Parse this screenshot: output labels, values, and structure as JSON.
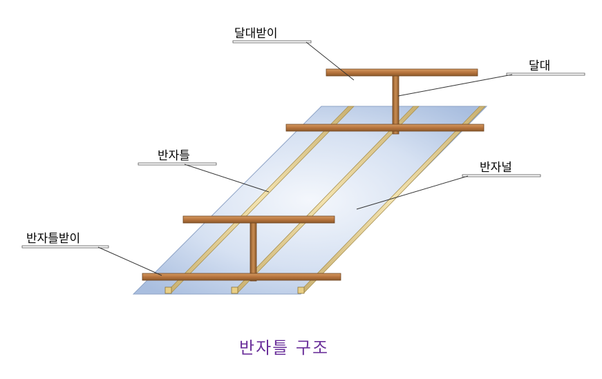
{
  "labels": {
    "hanger_support": "달대받이",
    "hanger": "달대",
    "ceiling_joist": "반자틀",
    "ceiling_board": "반자널",
    "joist_support": "반자틀받이"
  },
  "caption": "반자틀 구조",
  "colors": {
    "wood": "#b8753e",
    "wood_dark": "#7a4a22",
    "joist": "#e9d49a",
    "joist_edge": "#a8904f",
    "board_light": "#eef3fb",
    "board_dark": "#a9bedf",
    "caption": "#6a2f9a",
    "leader": "#333333"
  }
}
